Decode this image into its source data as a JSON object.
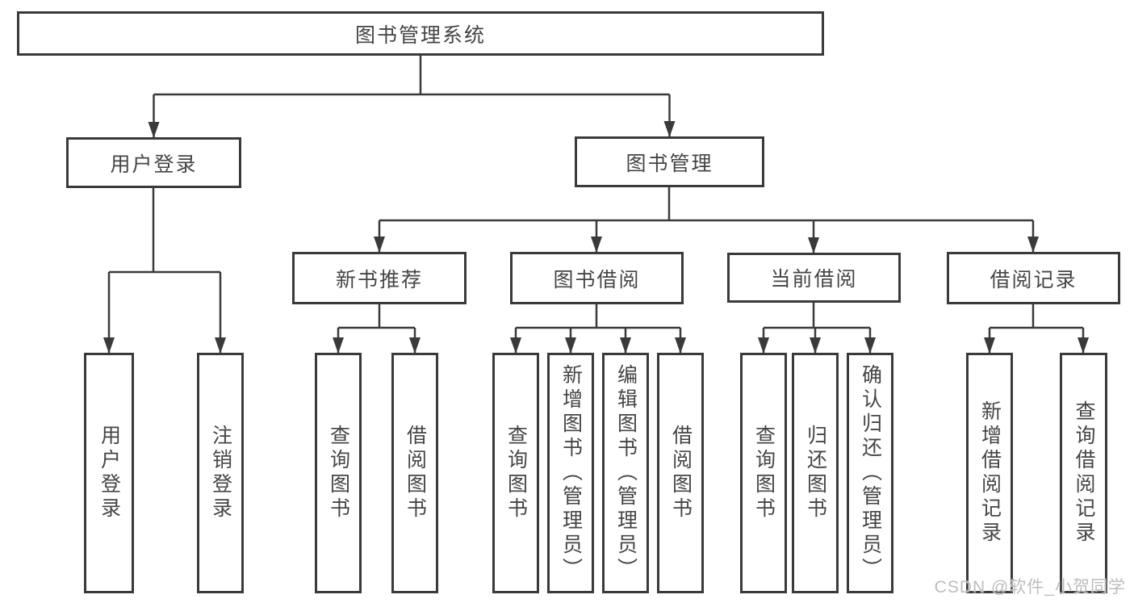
{
  "diagram": {
    "title": "图书管理系统",
    "nodes": {
      "root": {
        "label": "图书管理系统"
      },
      "user_login": {
        "label": "用户登录"
      },
      "book_management": {
        "label": "图书管理"
      },
      "new_book_recommendation": {
        "label": "新书推荐"
      },
      "book_borrowing": {
        "label": "图书借阅"
      },
      "current_borrowing": {
        "label": "当前借阅"
      },
      "borrowing_records": {
        "label": "借阅记录"
      },
      "leaf_user_login": {
        "label": "用户登录"
      },
      "leaf_logout": {
        "label": "注销登录"
      },
      "leaf_query_books_recommend": {
        "label": "查询图书"
      },
      "leaf_borrow_books_recommend": {
        "label": "借阅图书"
      },
      "leaf_query_books_borrowing": {
        "label": "查询图书"
      },
      "leaf_add_books_admin": {
        "label": "新增图书（管理员）"
      },
      "leaf_edit_books_admin": {
        "label": "编辑图书（管理员）"
      },
      "leaf_borrow_books_borrowing": {
        "label": "借阅图书"
      },
      "leaf_query_books_current": {
        "label": "查询图书"
      },
      "leaf_return_books": {
        "label": "归还图书"
      },
      "leaf_confirm_return_admin": {
        "label": "确认归还（管理员）"
      },
      "leaf_add_borrow_record": {
        "label": "新增借阅记录"
      },
      "leaf_query_borrow_record": {
        "label": "查询借阅记录"
      }
    },
    "hierarchy": {
      "图书管理系统": {
        "用户登录": [
          "用户登录",
          "注销登录"
        ],
        "图书管理": {
          "新书推荐": [
            "查询图书",
            "借阅图书"
          ],
          "图书借阅": [
            "查询图书",
            "新增图书（管理员）",
            "编辑图书（管理员）",
            "借阅图书"
          ],
          "当前借阅": [
            "查询图书",
            "归还图书",
            "确认归还（管理员）"
          ],
          "借阅记录": [
            "新增借阅记录",
            "查询借阅记录"
          ]
        }
      }
    }
  },
  "watermark": {
    "text": "CSDN @软件_小贺同学"
  },
  "colors": {
    "line": "#3a3a3a",
    "text": "#454545",
    "watermark": "#bdbdbd",
    "background": "#ffffff"
  }
}
